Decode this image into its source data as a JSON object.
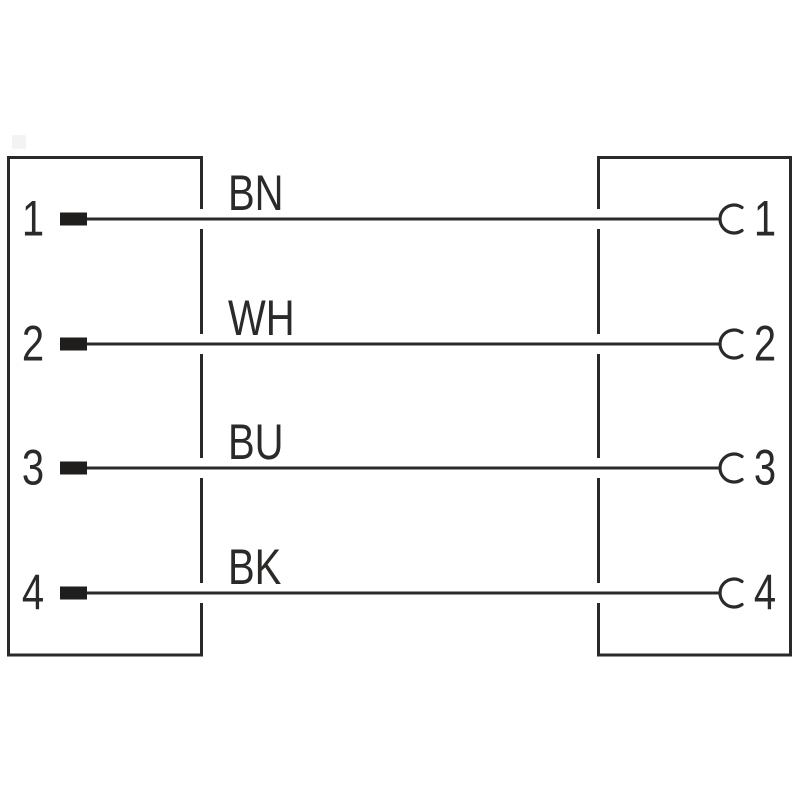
{
  "diagram": {
    "kind": "cable-wiring-pinout",
    "line_color": "#2b2a29",
    "background_color": "#ffffff",
    "left_connector": {
      "pin_symbol": "solid-rectangle-pin",
      "pins": [
        "1",
        "2",
        "3",
        "4"
      ]
    },
    "right_connector": {
      "pin_symbol": "open-arc-socket",
      "pins": [
        "1",
        "2",
        "3",
        "4"
      ]
    },
    "wires": [
      {
        "label": "BN",
        "left_pin": "1",
        "right_pin": "1"
      },
      {
        "label": "WH",
        "left_pin": "2",
        "right_pin": "2"
      },
      {
        "label": "BU",
        "left_pin": "3",
        "right_pin": "3"
      },
      {
        "label": "BK",
        "left_pin": "4",
        "right_pin": "4"
      }
    ]
  }
}
